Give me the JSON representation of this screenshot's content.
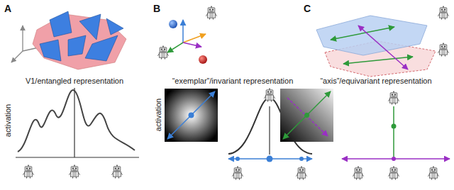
{
  "diagram": {
    "labels": [
      "A",
      "B",
      "C",
      "V1/entangled representation",
      "“exemplar”/invariant representation",
      "“axis”/equivariant representation",
      "activation",
      "activation"
    ]
  }
}
